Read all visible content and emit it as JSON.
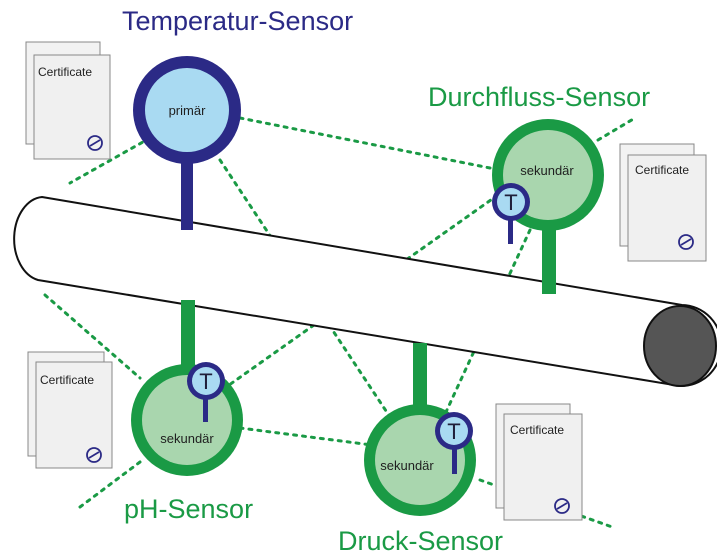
{
  "titles": {
    "temperature": "Temperatur-Sensor",
    "flow": "Durchfluss-Sensor",
    "ph": "pH-Sensor",
    "pressure": "Druck-Sensor"
  },
  "nodes": {
    "temperature": "primär",
    "flow": "sekundär",
    "ph": "sekundär",
    "pressure": "sekundär"
  },
  "temp_badge": "T",
  "certificate_label": "Certificate",
  "colors": {
    "primary_blue": "#2b2a86",
    "primary_fill": "#a9daf2",
    "sensor_green": "#1a9a45",
    "sensor_fill": "#a9d6ae",
    "pipe_end": "#555555"
  }
}
